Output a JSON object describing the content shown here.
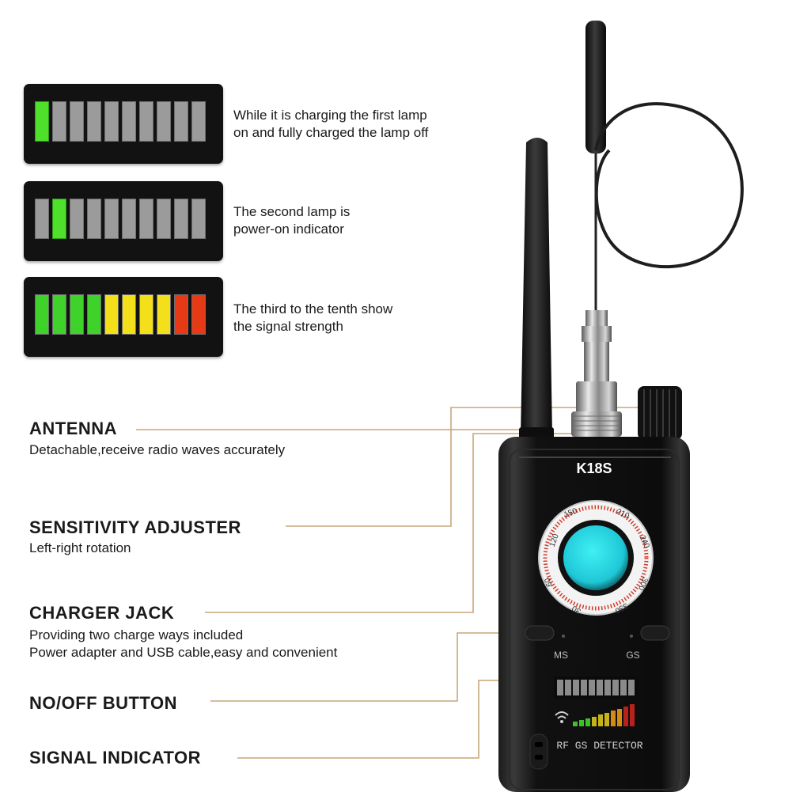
{
  "lamp_panels": [
    {
      "lamps": [
        "#9b9b9b",
        "#9b9b9b",
        "#9b9b9b",
        "#9b9b9b",
        "#9b9b9b",
        "#9b9b9b",
        "#9b9b9b",
        "#9b9b9b",
        "#9b9b9b",
        "#9b9b9b"
      ],
      "first_lit": "#4fe02c",
      "lines": [
        "While it is charging the first lamp",
        "on and fully charged the lamp off"
      ]
    },
    {
      "lamps": [],
      "lines": [
        "The second lamp is",
        "power-on indicator"
      ]
    },
    {
      "lamps": [],
      "lines": [
        "The third to the tenth show",
        "the signal strength"
      ]
    }
  ],
  "lamp_colors": {
    "off": "#9b9b9b",
    "green": "#3fd22a",
    "yellow": "#f3e01b",
    "red": "#e63a16"
  },
  "features": [
    {
      "title": "ANTENNA",
      "lines": [
        "Detachable,receive radio waves accurately"
      ]
    },
    {
      "title": "SENSITIVITY ADJUSTER",
      "lines": [
        "Left-right rotation"
      ]
    },
    {
      "title": "CHARGER JACK",
      "lines": [
        "Providing two charge ways included",
        "Power adapter and USB cable,easy and convenient"
      ]
    },
    {
      "title": "NO/OFF BUTTON",
      "lines": []
    },
    {
      "title": "SIGNAL INDICATOR",
      "lines": []
    }
  ],
  "device": {
    "model": "K18S",
    "dial_numbers": [
      "150",
      "210",
      "240",
      "300",
      "330",
      "30",
      "60",
      "120"
    ],
    "left_button_label": "MS",
    "right_button_label": "GS",
    "footer_label": "RF GS DETECTOR"
  }
}
